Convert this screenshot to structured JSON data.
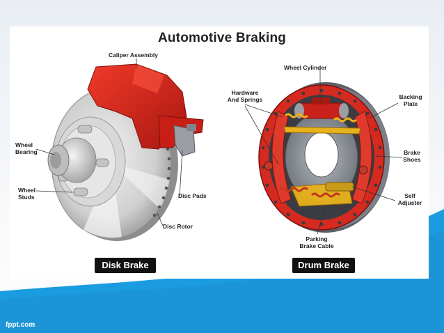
{
  "title": "Automotive Braking",
  "disk": {
    "caption": "Disk Brake",
    "labels": {
      "caliper": "Caliper Assembly",
      "wheel_bearing": "Wheel\nBearing",
      "wheel_studs": "Wheel\nStuds",
      "disc_pads": "Disc Pads",
      "disc_rotor": "Disc Rotor"
    }
  },
  "drum": {
    "caption": "Drum Brake",
    "labels": {
      "wheel_cylinder": "Wheel Cylinder",
      "hardware": "Hardware\nAnd Springs",
      "backing_plate": "Backing\nPlate",
      "brake_shoes": "Brake\nShoes",
      "self_adjuster": "Self\nAdjuster",
      "parking_cable": "Parking\nBrake Cable"
    }
  },
  "footer": "fppt.com",
  "colors": {
    "background_blue": "#1b9be0",
    "caliper_red": "#d9251c",
    "rotor_gray": "#c9c9c9",
    "shoe_yellow": "#e8b21c",
    "caption_black": "#111111"
  }
}
